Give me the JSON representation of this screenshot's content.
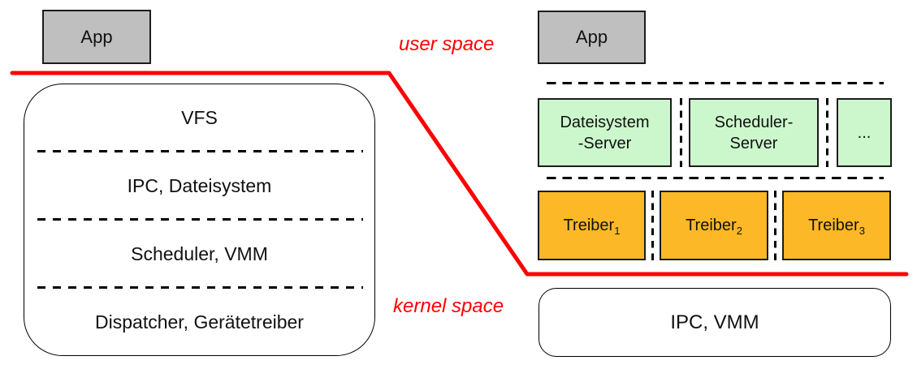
{
  "diagram": {
    "monolithic": {
      "app_label": "App",
      "layers": [
        "VFS",
        "IPC, Dateisystem",
        "Scheduler, VMM",
        "Dispatcher, Gerätetreiber"
      ]
    },
    "labels": {
      "user_space": "user space",
      "kernel_space": "kernel space"
    },
    "microkernel": {
      "app_label": "App",
      "servers": [
        {
          "line1": "Dateisystem",
          "line2": "-Server"
        },
        {
          "line1": "Scheduler-",
          "line2": "Server"
        }
      ],
      "servers_ellipsis": "...",
      "drivers": [
        {
          "base": "Treiber",
          "sub": "1"
        },
        {
          "base": "Treiber",
          "sub": "2"
        },
        {
          "base": "Treiber",
          "sub": "3"
        }
      ],
      "kernel_label": "IPC, VMM"
    },
    "colors": {
      "app_fill": "#bfbfbf",
      "server_fill": "#ccf7cc",
      "driver_fill": "#fcb826",
      "boundary_line": "#ff0000"
    }
  }
}
